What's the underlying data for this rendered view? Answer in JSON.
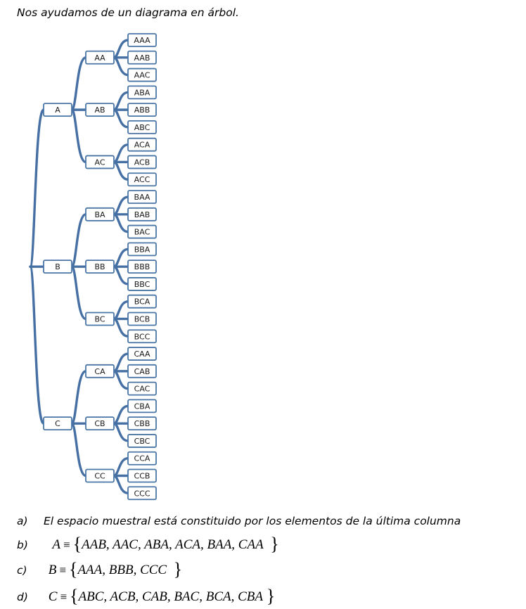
{
  "intro": "Nos ayudamos de un diagrama en árbol.",
  "tree": {
    "level1": [
      "A",
      "B",
      "C"
    ],
    "level2": [
      "AA",
      "AB",
      "AC",
      "BA",
      "BB",
      "BC",
      "CA",
      "CB",
      "CC"
    ],
    "level3": [
      "AAA",
      "AAB",
      "AAC",
      "ABA",
      "ABB",
      "ABC",
      "ACA",
      "ACB",
      "ACC",
      "BAA",
      "BAB",
      "BAC",
      "BBA",
      "BBB",
      "BBC",
      "BCA",
      "BCB",
      "BCC",
      "CAA",
      "CAB",
      "CAC",
      "CBA",
      "CBB",
      "CBC",
      "CCA",
      "CCB",
      "CCC"
    ]
  },
  "answers": {
    "a": {
      "label": "a)",
      "text": "El espacio muestral está constituido por los elementos de la última columna"
    },
    "b": {
      "label": "b)",
      "set": "A",
      "eq": "≡",
      "open": "{",
      "elements": "AAB, AAC, ABA, ACA, BAA, CAA",
      "close": "}"
    },
    "c": {
      "label": "c)",
      "set": "B",
      "eq": "≡",
      "open": "{",
      "elements": "AAA, BBB, CCC",
      "close": "}"
    },
    "d": {
      "label": "d)",
      "set": "C",
      "eq": "≡",
      "open": "{",
      "elements": "ABC, ACB, CAB, BAC, BCA, CBA",
      "close": "}"
    }
  },
  "colors": {
    "edge": "#4670a4",
    "node_border": "#4a76a6"
  }
}
